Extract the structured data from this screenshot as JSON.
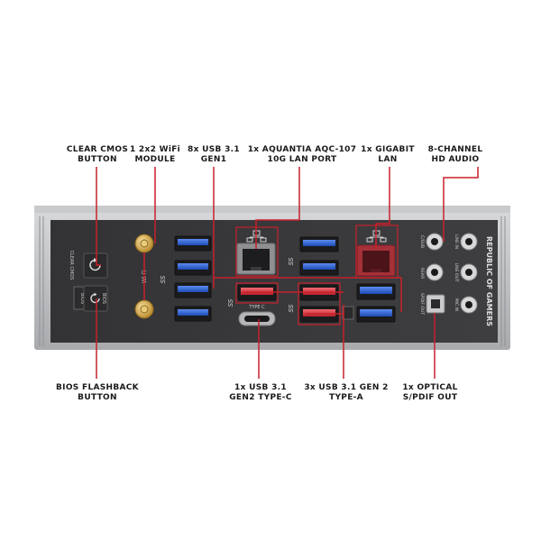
{
  "colors": {
    "leader": "#c8202a",
    "plate": "#3a3a3c",
    "usb_blue": "#2a5fd0",
    "usb_red": "#d4323c",
    "frame": "#b8babd"
  },
  "callouts": {
    "clear_cmos": [
      "CLEAR CMOS",
      "BUTTON"
    ],
    "wifi": [
      "1 2x2 WiFi",
      "MODULE"
    ],
    "usb31_gen1": [
      "8x USB 3.1",
      "GEN1"
    ],
    "aquantia": [
      "1x AQUANTIA AQC-107",
      "10G LAN PORT"
    ],
    "gigabit": [
      "1x GIGABIT",
      "LAN"
    ],
    "audio": [
      "8-CHANNEL",
      "HD AUDIO"
    ],
    "bios_flashback": [
      "BIOS FLASHBACK",
      "BUTTON"
    ],
    "usb_typec": [
      "1x USB 3.1",
      "GEN2 TYPE-C"
    ],
    "usb_typea": [
      "3x USB 3.1 GEN 2",
      "TYPE-A"
    ],
    "optical": [
      "1x OPTICAL",
      "S/PDIF OUT"
    ]
  },
  "panel_labels": {
    "clear_cmos": "CLEAR CMOS",
    "bios": "BIOS",
    "bios_button": "BIOS",
    "wifi": "Wi-Fi",
    "ss_logo": "SS",
    "type_c": "TYPE C",
    "c_sub": "C/SUB",
    "rear": "REAR",
    "line_in": "LINE IN",
    "line_out": "LINE OUT",
    "spdif_out": "SPDIF OUT",
    "mic_in": "MIC IN",
    "brand": "REPUBLIC OF GAMERS"
  },
  "icons": [
    "refresh-icon",
    "network-icon",
    "usb-ss-icon"
  ]
}
